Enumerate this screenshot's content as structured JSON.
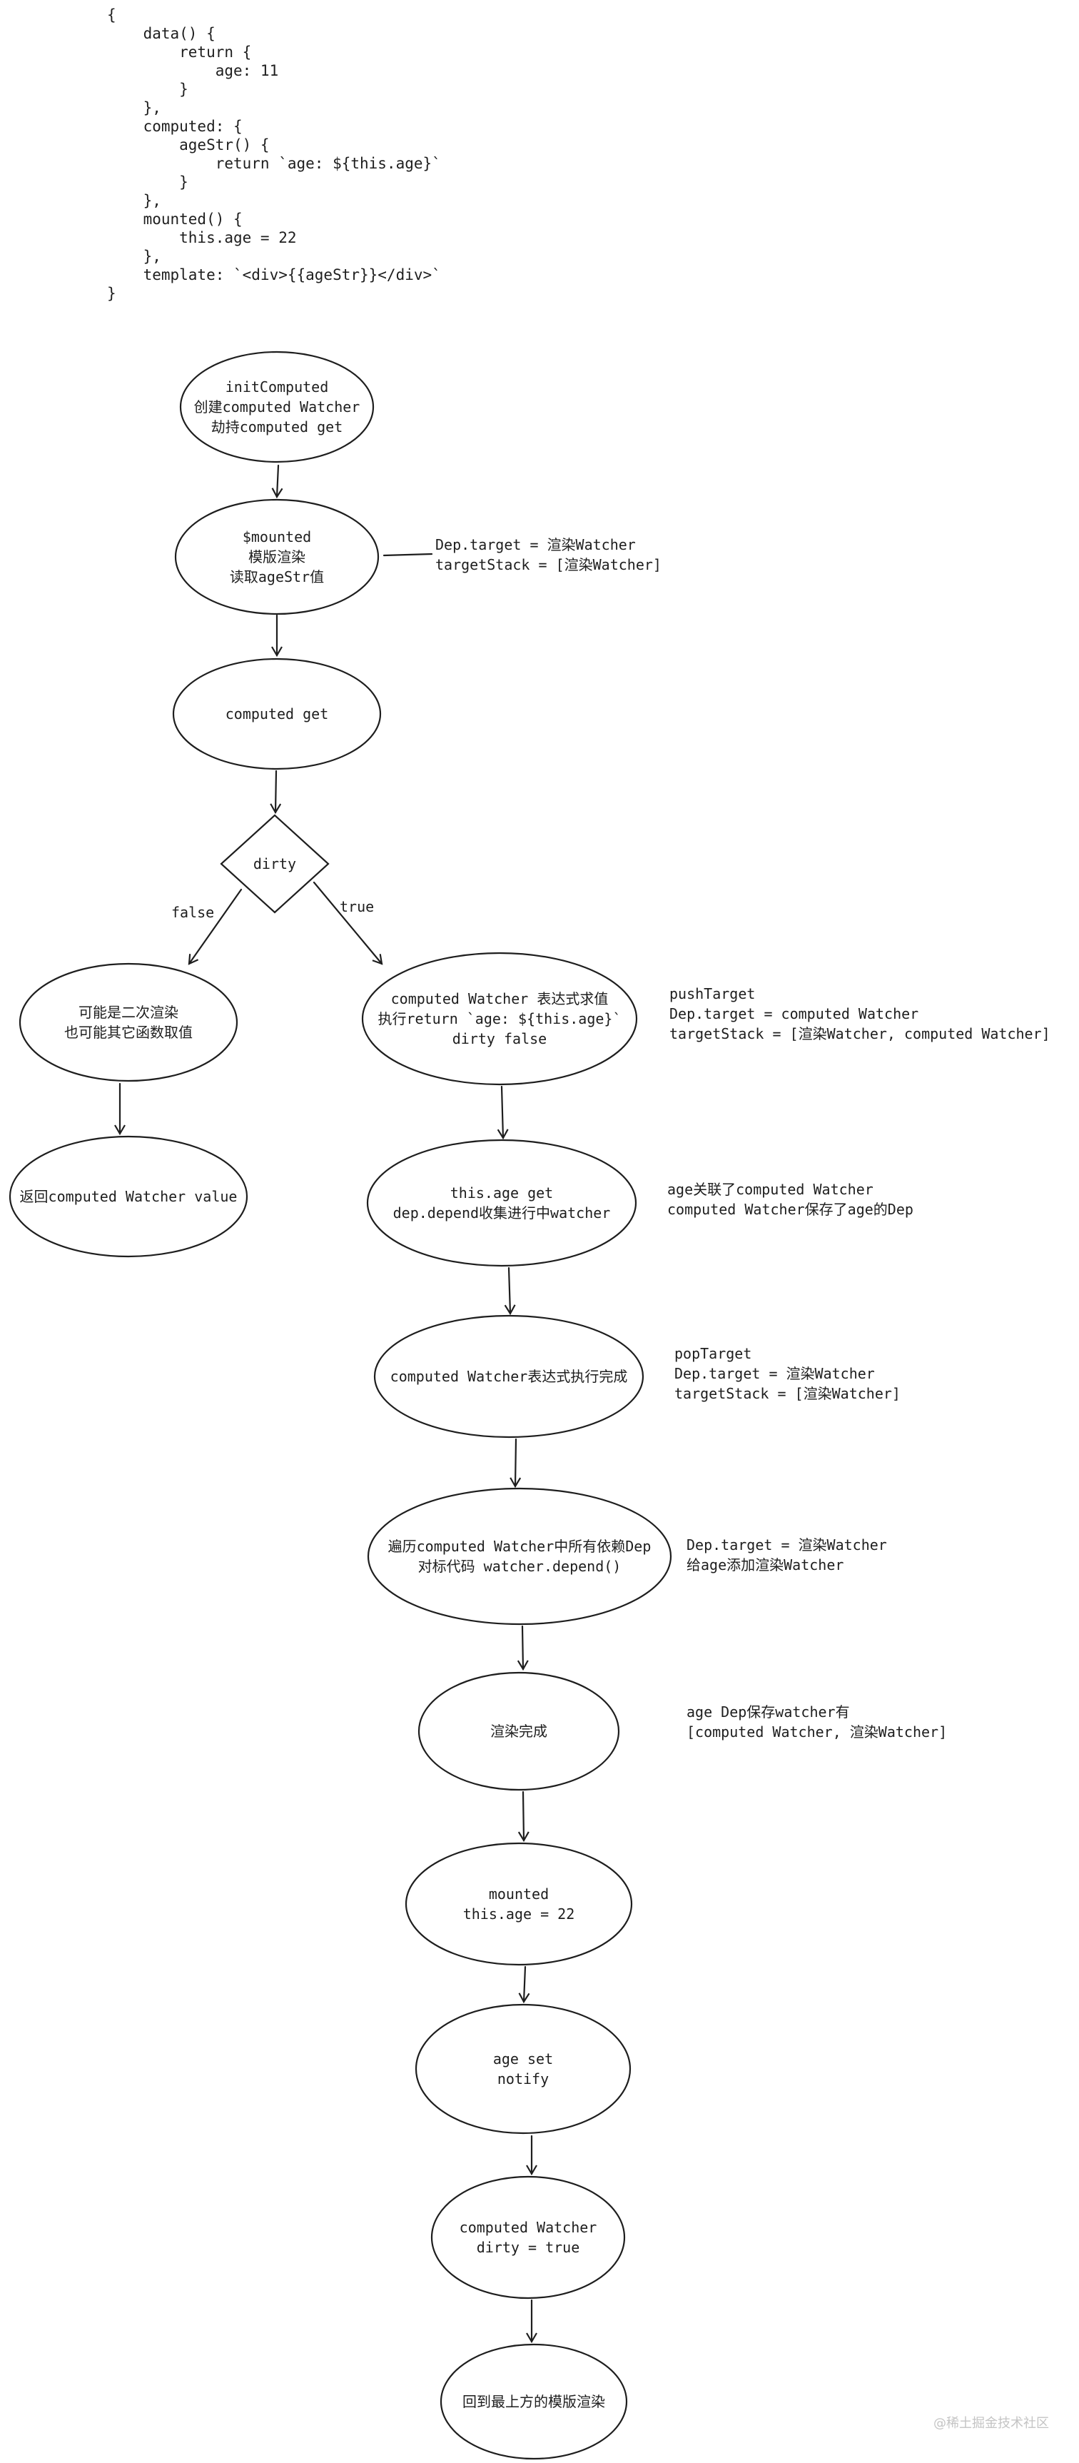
{
  "code": {
    "text": "{\n    data() {\n        return {\n            age: 11\n        }\n    },\n    computed: {\n        ageStr() {\n            return `age: ${this.age}`\n        }\n    },\n    mounted() {\n        this.age = 22\n    },\n    template: `<div>{{ageStr}}</div>`\n}"
  },
  "nodes": {
    "init_computed": "initComputed\n创建computed Watcher\n劫持computed get",
    "mounted": "$mounted\n模版渲染\n读取ageStr值",
    "computed_get": "computed get",
    "dirty": "dirty",
    "maybe_second_render": "可能是二次渲染\n也可能其它函数取值",
    "return_value": "返回computed Watcher value",
    "evaluate": "computed Watcher 表达式求值\n执行return `age: ${this.age}`\ndirty false",
    "age_get": "this.age get\ndep.depend收集进行中watcher",
    "eval_done": "computed Watcher表达式执行完成",
    "traverse_deps": "遍历computed Watcher中所有依赖Dep\n对标代码 watcher.depend()",
    "render_done": "渲染完成",
    "mounted_set": "mounted\nthis.age = 22",
    "age_set": "age set\nnotify",
    "computed_dirty": "computed Watcher\ndirty = true",
    "back_to_top": "回到最上方的模版渲染"
  },
  "edge_labels": {
    "false": "false",
    "true": "true"
  },
  "notes": {
    "mounted_note": "Dep.target = 渲染Watcher\ntargetStack = [渲染Watcher]",
    "push_target": "pushTarget\nDep.target = computed Watcher\ntargetStack = [渲染Watcher, computed Watcher]",
    "age_linked": "age关联了computed Watcher\ncomputed Watcher保存了age的Dep",
    "pop_target": "popTarget\nDep.target = 渲染Watcher\ntargetStack = [渲染Watcher]",
    "add_render": "Dep.target = 渲染Watcher\n给age添加渲染Watcher",
    "dep_saved": "age Dep保存watcher有\n[computed Watcher, 渲染Watcher]"
  },
  "watermark": "@稀土掘金技术社区"
}
